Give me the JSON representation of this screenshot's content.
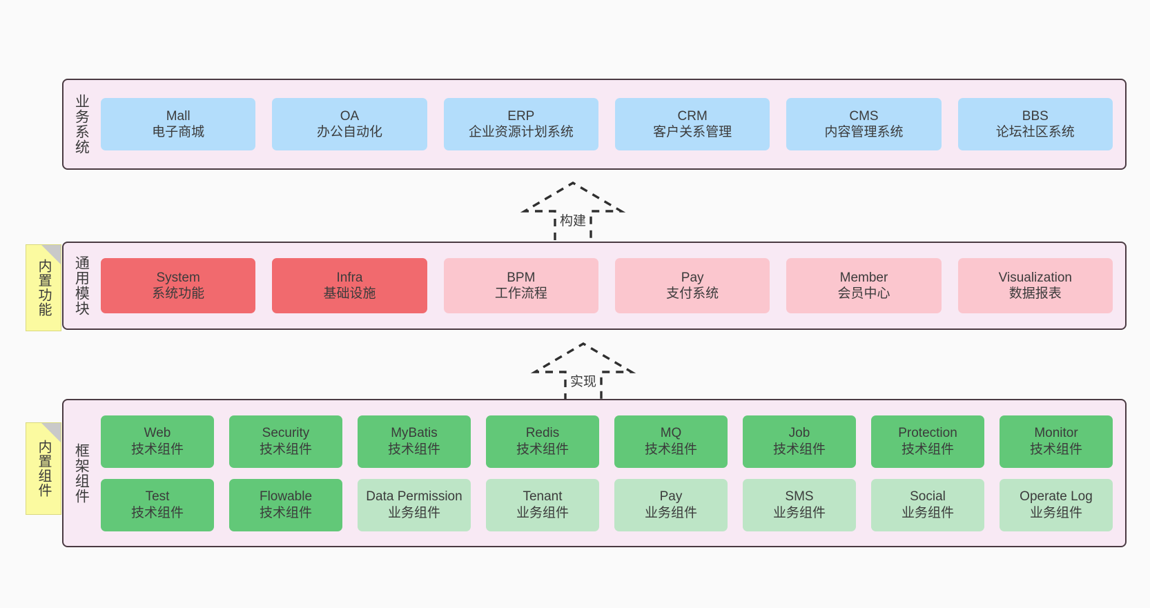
{
  "diagram": {
    "background": "#fafafa",
    "band_bg": "#f8e9f4",
    "band_border": "#4a3a42",
    "note_bg": "#fbfaa0",
    "colors": {
      "business": "#b3ddfb",
      "module_core": "#f16a6e",
      "module_soft": "#fbc6ce",
      "component_tech": "#62c878",
      "component_biz": "#bde5c6"
    }
  },
  "notes": [
    {
      "id": "builtin-function",
      "label": "内置功能"
    },
    {
      "id": "builtin-component",
      "label": "内置组件"
    }
  ],
  "connectors": [
    {
      "id": "build",
      "label": "构建"
    },
    {
      "id": "implement",
      "label": "实现"
    }
  ],
  "layers": [
    {
      "id": "business-system",
      "label": "业务系统",
      "rows": [
        {
          "style": "blue",
          "cells": [
            {
              "en": "Mall",
              "cn": "电子商城"
            },
            {
              "en": "OA",
              "cn": "办公自动化"
            },
            {
              "en": "ERP",
              "cn": "企业资源计划系统"
            },
            {
              "en": "CRM",
              "cn": "客户关系管理"
            },
            {
              "en": "CMS",
              "cn": "内容管理系统"
            },
            {
              "en": "BBS",
              "cn": "论坛社区系统"
            }
          ]
        }
      ]
    },
    {
      "id": "common-module",
      "label": "通用模块",
      "rows": [
        {
          "style": "mixed",
          "cells": [
            {
              "en": "System",
              "cn": "系统功能",
              "style": "red-strong"
            },
            {
              "en": "Infra",
              "cn": "基础设施",
              "style": "red-strong"
            },
            {
              "en": "BPM",
              "cn": "工作流程",
              "style": "red-soft"
            },
            {
              "en": "Pay",
              "cn": "支付系统",
              "style": "red-soft"
            },
            {
              "en": "Member",
              "cn": "会员中心",
              "style": "red-soft"
            },
            {
              "en": "Visualization",
              "cn": "数据报表",
              "style": "red-soft"
            }
          ]
        }
      ]
    },
    {
      "id": "framework-component",
      "label": "框架组件",
      "rows": [
        {
          "style": "green-strong",
          "cells": [
            {
              "en": "Web",
              "cn": "技术组件",
              "style": "green-strong"
            },
            {
              "en": "Security",
              "cn": "技术组件",
              "style": "green-strong"
            },
            {
              "en": "MyBatis",
              "cn": "技术组件",
              "style": "green-strong"
            },
            {
              "en": "Redis",
              "cn": "技术组件",
              "style": "green-strong"
            },
            {
              "en": "MQ",
              "cn": "技术组件",
              "style": "green-strong"
            },
            {
              "en": "Job",
              "cn": "技术组件",
              "style": "green-strong"
            },
            {
              "en": "Protection",
              "cn": "技术组件",
              "style": "green-strong"
            },
            {
              "en": "Monitor",
              "cn": "技术组件",
              "style": "green-strong"
            }
          ]
        },
        {
          "style": "green-mixed",
          "cells": [
            {
              "en": "Test",
              "cn": "技术组件",
              "style": "green-strong"
            },
            {
              "en": "Flowable",
              "cn": "技术组件",
              "style": "green-strong"
            },
            {
              "en": "Data Permission",
              "cn": "业务组件",
              "style": "green-soft"
            },
            {
              "en": "Tenant",
              "cn": "业务组件",
              "style": "green-soft"
            },
            {
              "en": "Pay",
              "cn": "业务组件",
              "style": "green-soft"
            },
            {
              "en": "SMS",
              "cn": "业务组件",
              "style": "green-soft"
            },
            {
              "en": "Social",
              "cn": "业务组件",
              "style": "green-soft"
            },
            {
              "en": "Operate Log",
              "cn": "业务组件",
              "style": "green-soft"
            }
          ]
        }
      ]
    }
  ]
}
